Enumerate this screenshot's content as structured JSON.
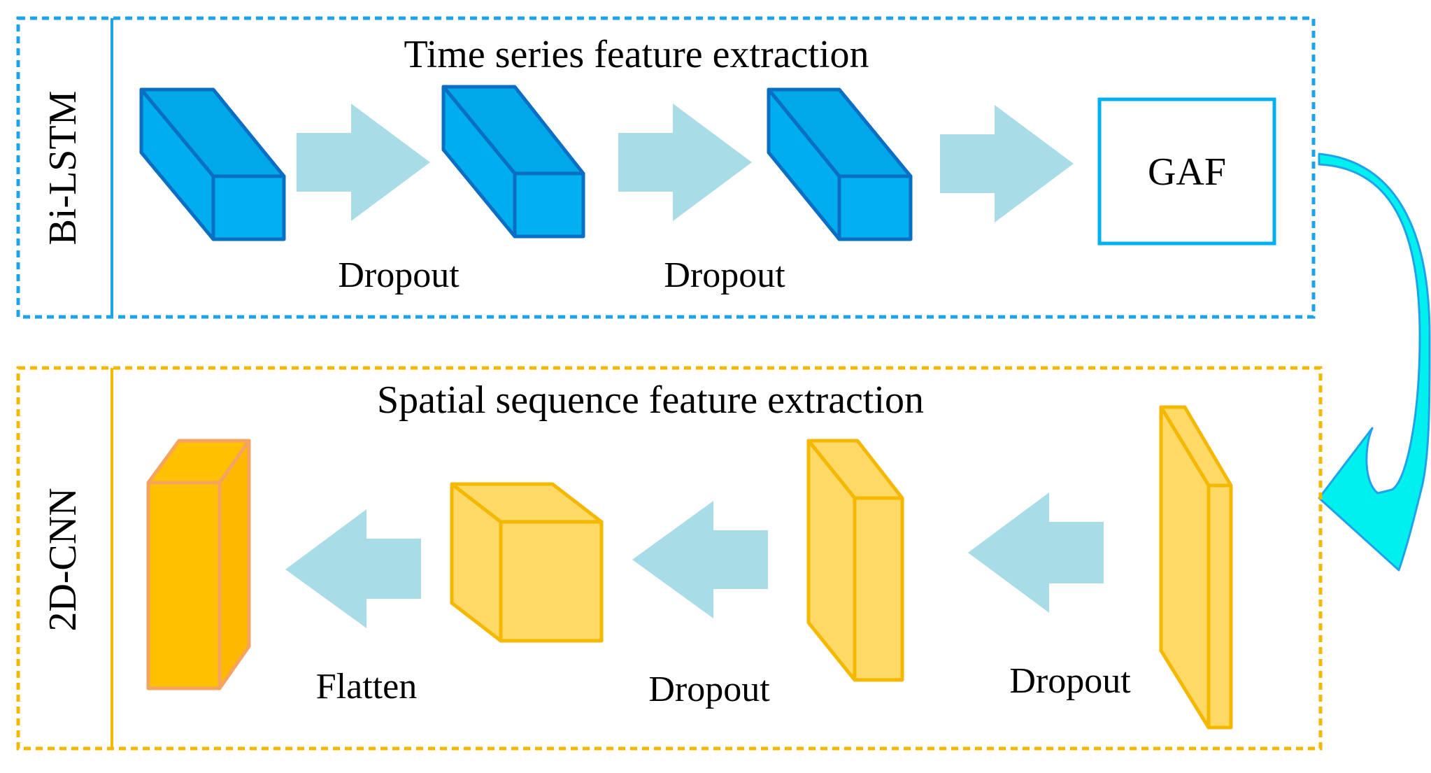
{
  "top_panel": {
    "side_label": "Bi-LSTM",
    "title": "Time series feature extraction",
    "dropout_1": "Dropout",
    "dropout_2": "Dropout",
    "gaf_label": "GAF",
    "border_color": "#1fa3e8",
    "block_face_color": "#00b0f0",
    "block_edge_color": "#0a6fc2"
  },
  "bottom_panel": {
    "side_label": "2D-CNN",
    "title": "Spatial sequence feature extraction",
    "flatten_label": "Flatten",
    "dropout_1": "Dropout",
    "dropout_2": "Dropout",
    "border_color": "#f5b800",
    "block_face_color": "#ffd966",
    "block_edge_color": "#f5b800",
    "output_face_color": "#ffc000",
    "output_edge_color": "#f4a460"
  },
  "arrow_color": "#a8dde8",
  "connector_color": "#00f0f0"
}
